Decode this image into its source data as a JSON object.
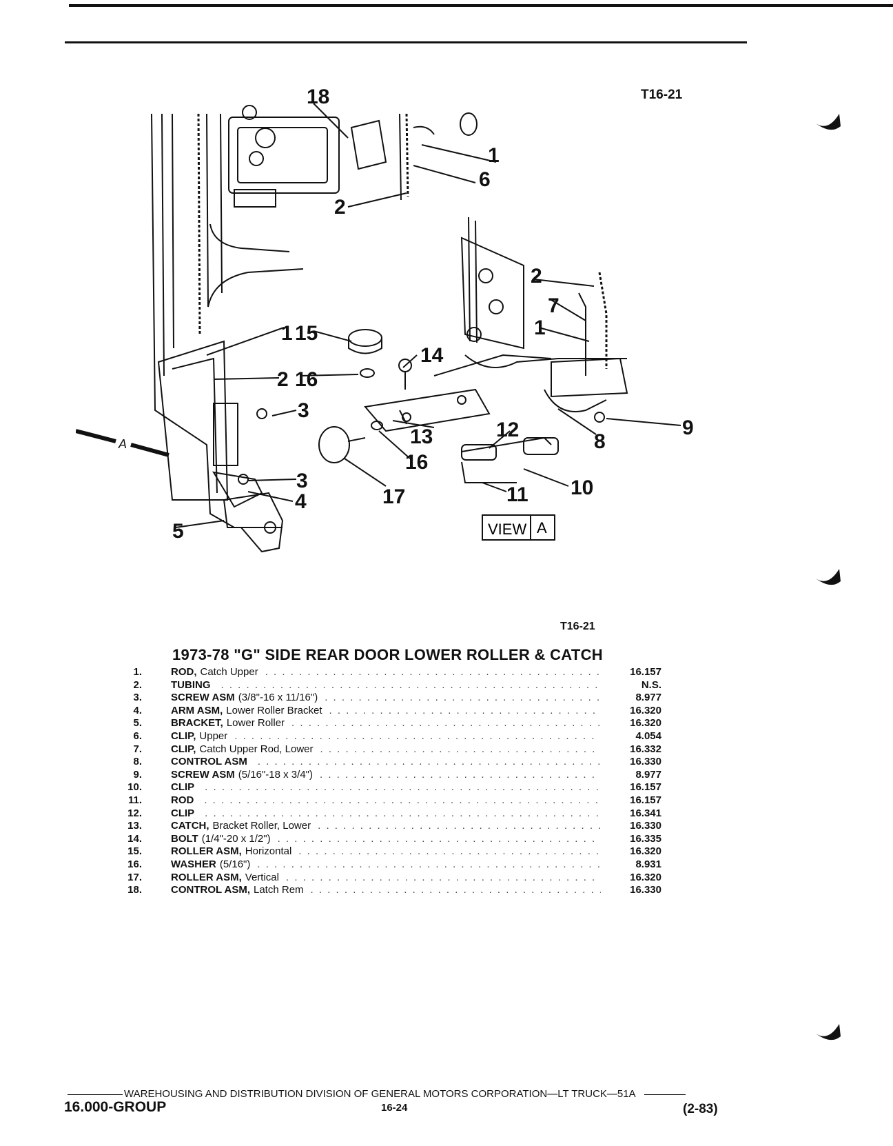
{
  "figure_code": "T16-21",
  "figure_code_bottom": "T16-21",
  "diagram": {
    "callouts": [
      "18",
      "1",
      "6",
      "2",
      "2",
      "7",
      "1",
      "1",
      "15",
      "14",
      "2",
      "16",
      "3",
      "13",
      "12",
      "9",
      "8",
      "16",
      "3",
      "4",
      "17",
      "11",
      "10",
      "5"
    ],
    "view_label": "VIEW",
    "view_letter": "A",
    "arrow_letter": "A"
  },
  "title": "1973-78 \"G\" SIDE REAR DOOR LOWER ROLLER & CATCH",
  "parts": [
    {
      "num": "1.",
      "name": "ROD,",
      "desc": "Catch Upper",
      "code": "16.157"
    },
    {
      "num": "2.",
      "name": "TUBING",
      "desc": "",
      "code": "N.S."
    },
    {
      "num": "3.",
      "name": "SCREW ASM",
      "desc": "(3/8\"-16 x 11/16\")",
      "code": "8.977"
    },
    {
      "num": "4.",
      "name": "ARM ASM,",
      "desc": "Lower Roller Bracket",
      "code": "16.320"
    },
    {
      "num": "5.",
      "name": "BRACKET,",
      "desc": "Lower Roller",
      "code": "16.320"
    },
    {
      "num": "6.",
      "name": "CLIP,",
      "desc": "Upper",
      "code": "4.054"
    },
    {
      "num": "7.",
      "name": "CLIP,",
      "desc": "Catch Upper Rod, Lower",
      "code": "16.332"
    },
    {
      "num": "8.",
      "name": "CONTROL ASM",
      "desc": "",
      "code": "16.330"
    },
    {
      "num": "9.",
      "name": "SCREW ASM",
      "desc": "(5/16\"-18 x 3/4\")",
      "code": "8.977"
    },
    {
      "num": "10.",
      "name": "CLIP",
      "desc": "",
      "code": "16.157"
    },
    {
      "num": "11.",
      "name": "ROD",
      "desc": "",
      "code": "16.157"
    },
    {
      "num": "12.",
      "name": "CLIP",
      "desc": "",
      "code": "16.341"
    },
    {
      "num": "13.",
      "name": "CATCH,",
      "desc": "Bracket Roller, Lower",
      "code": "16.330"
    },
    {
      "num": "14.",
      "name": "BOLT",
      "desc": "(1/4\"-20 x 1/2\")",
      "code": "16.335"
    },
    {
      "num": "15.",
      "name": "ROLLER ASM,",
      "desc": "Horizontal",
      "code": "16.320"
    },
    {
      "num": "16.",
      "name": "WASHER",
      "desc": "(5/16\")",
      "code": "8.931"
    },
    {
      "num": "17.",
      "name": "ROLLER ASM,",
      "desc": "Vertical",
      "code": "16.320"
    },
    {
      "num": "18.",
      "name": "CONTROL ASM,",
      "desc": "Latch Rem",
      "code": "16.330"
    }
  ],
  "footer": {
    "division": "WAREHOUSING AND DISTRIBUTION  DIVISION OF GENERAL MOTORS CORPORATION—LT TRUCK—51A",
    "group": "16.000-GROUP",
    "page": "16-24",
    "revision": "(2-83)"
  }
}
